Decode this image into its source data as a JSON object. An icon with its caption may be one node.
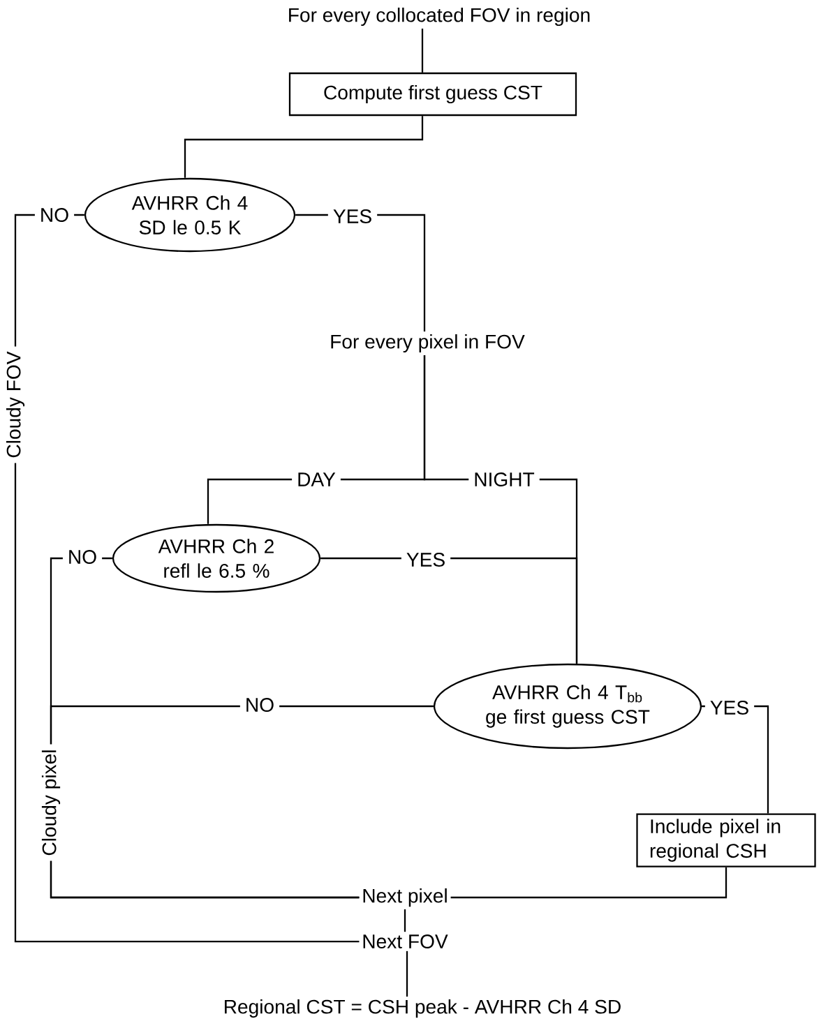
{
  "diagram": {
    "nodes": [
      {
        "text": [
          "For every collocated FOV in region"
        ]
      },
      {
        "text": [
          "Compute first guess CST"
        ]
      },
      {
        "text": [
          "AVHRR Ch 4 SD le 0.5 K"
        ]
      },
      {
        "text": [
          "For every pixel in FOV"
        ]
      },
      {
        "text": [
          "AVHRR Ch 2 refl le 6.5 %"
        ]
      },
      {
        "text": [
          "AVHRR Ch 4 T$_{bb}$ ge first guess CST"
        ]
      },
      {
        "text": [
          "Include pixel in regional CSH"
        ]
      },
      {
        "text": [
          "Next pixel"
        ]
      },
      {
        "text": [
          "Next FOV"
        ]
      },
      {
        "text": [
          "Regional CST = CSH peak - AVHRR Ch 4 SD"
        ]
      }
    ],
    "edges": [
      {
        "from": 0,
        "to": 1,
        "arrow": "none"
      },
      {
        "from": 1,
        "to": 2,
        "arrow": "none"
      },
      {
        "from": 2,
        "to": 3,
        "label": "YES",
        "arrow": "none"
      },
      {
        "from": 3,
        "to": 4,
        "label": "DAY",
        "arrow": "none"
      },
      {
        "from": 3,
        "to": 5,
        "label": "NIGHT",
        "arrow": "none"
      },
      {
        "from": 4,
        "to": 5,
        "label": "YES",
        "arrow": "none"
      },
      {
        "from": 4,
        "to": 7,
        "label": "NO",
        "arrow": "none"
      },
      {
        "from": 5,
        "to": 7,
        "label": "NO",
        "arrow": "none"
      },
      {
        "from": 5,
        "to": 6,
        "label": "YES",
        "arrow": "none"
      },
      {
        "from": 6,
        "to": 7,
        "arrow": "none"
      },
      {
        "from": 7,
        "to": 8,
        "arrow": "none"
      },
      {
        "from": 8,
        "to": 9,
        "arrow": "none"
      },
      {
        "from": 2,
        "to": 8,
        "label": "NO",
        "arrow": "none"
      }
    ],
    "labels": [
      "Cloudy FOV",
      "Cloudy pixel"
    ]
  }
}
